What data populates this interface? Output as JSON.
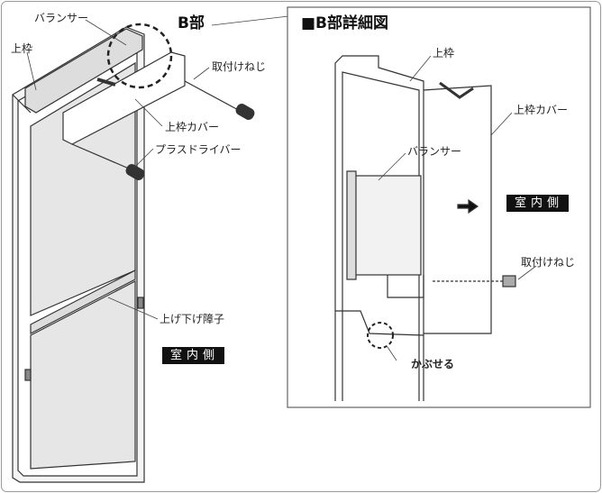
{
  "overview": {
    "labels": {
      "balancer": "バランサー",
      "top_frame": "上枠",
      "part_b": "B部",
      "mounting_screw": "取付けねじ",
      "top_frame_cover": "上枠カバー",
      "phillips_driver": "プラスドライバー",
      "sash": "上げ下げ障子",
      "indoor_side": "室内側"
    }
  },
  "detail": {
    "title": "■B部詳細図",
    "labels": {
      "top_frame": "上枠",
      "top_frame_cover": "上枠カバー",
      "balancer": "バランサー",
      "indoor_side": "室内側",
      "mounting_screw": "取付けねじ",
      "cover_it": "かぶせる"
    }
  }
}
